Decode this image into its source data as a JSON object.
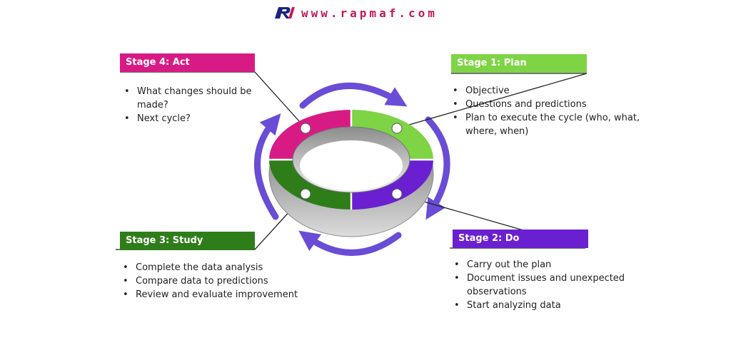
{
  "brand": {
    "url": "www.rapmaf.com"
  },
  "colors": {
    "plan": "#7ed444",
    "do": "#6a1fd1",
    "study": "#2e7d19",
    "act": "#d81b84",
    "arrow": "#6a4cd6"
  },
  "stages": [
    {
      "key": "plan",
      "title": "Stage 1: Plan",
      "items": [
        "Objective",
        "Questions and predictions",
        "Plan to execute the cycle (who, what, where, when)"
      ]
    },
    {
      "key": "do",
      "title": "Stage 2: Do",
      "items": [
        "Carry out the plan",
        "Document issues and unexpected observations",
        "Start analyzing data"
      ]
    },
    {
      "key": "study",
      "title": "Stage 3: Study",
      "items": [
        "Complete the data analysis",
        "Compare data to predictions",
        "Review and evaluate improvement"
      ]
    },
    {
      "key": "act",
      "title": "Stage 4: Act",
      "items": [
        "What changes should be made?",
        "Next cycle?"
      ]
    }
  ]
}
